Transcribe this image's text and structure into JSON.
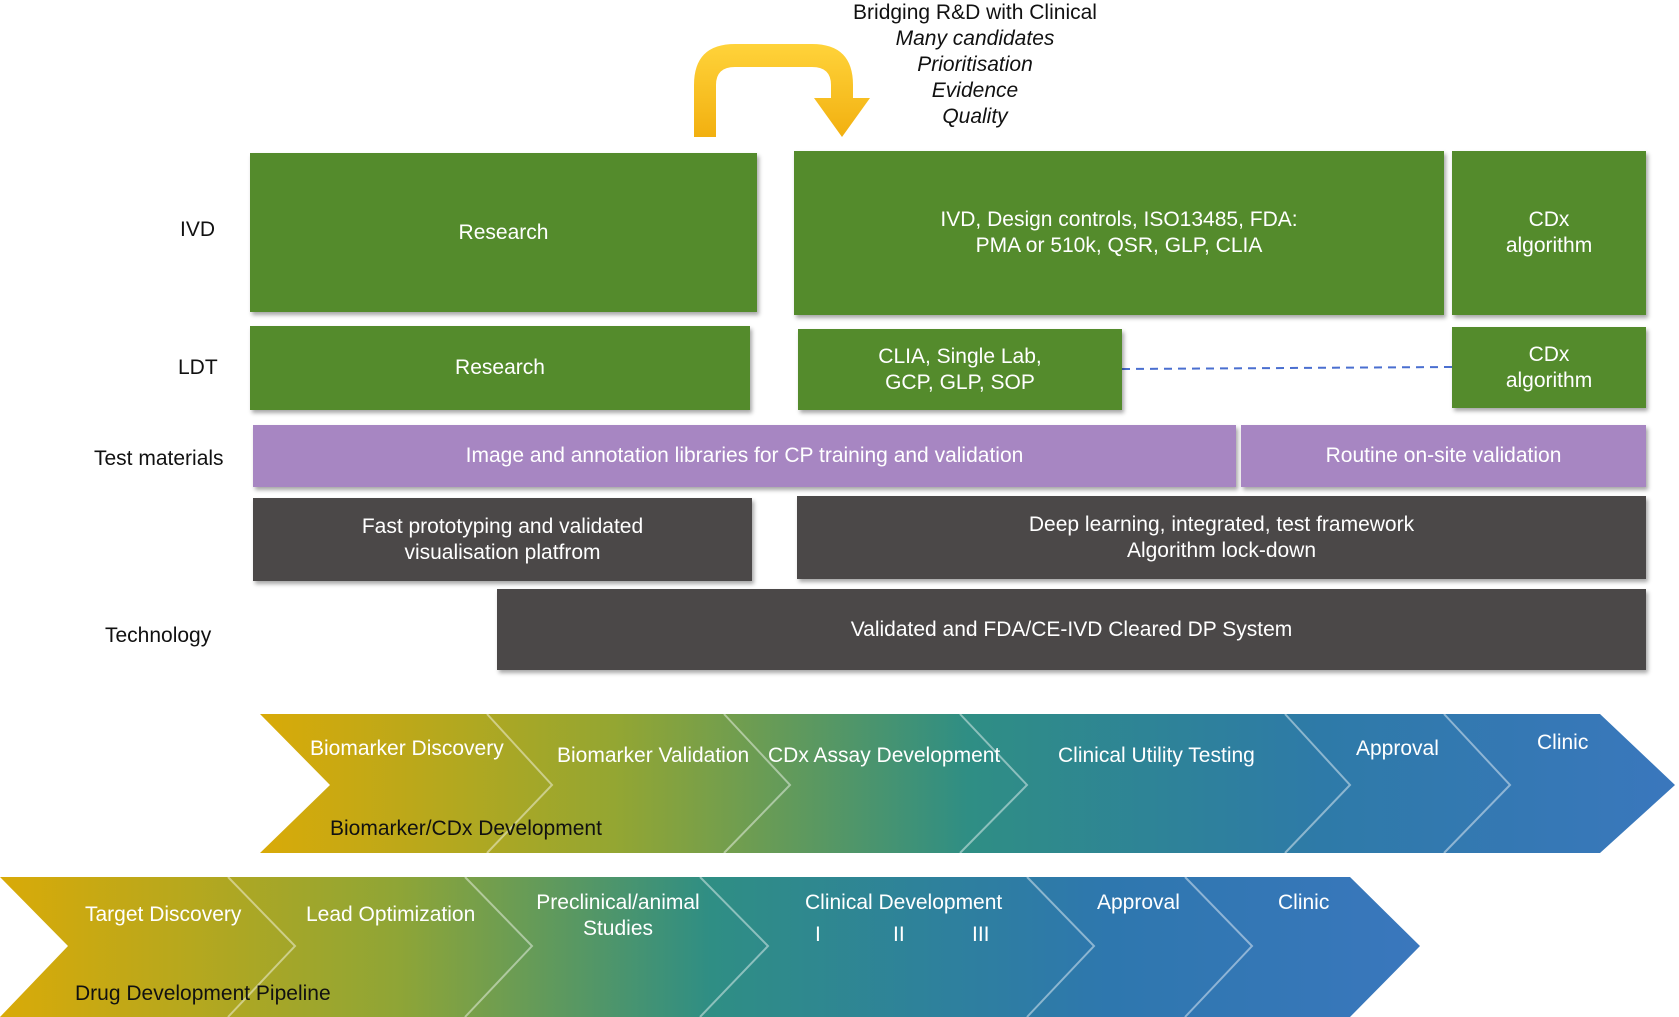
{
  "bridge": {
    "title": "Bridging R&D with Clinical",
    "items": [
      "Many candidates",
      "Prioritisation",
      "Evidence",
      "Quality"
    ]
  },
  "rows": {
    "ivd": "IVD",
    "ldt": "LDT",
    "test_materials": "Test materials",
    "technology": "Technology"
  },
  "boxes": {
    "ivd_research": "Research",
    "ivd_regulatory_line1": "IVD, Design controls, ISO13485, FDA:",
    "ivd_regulatory_line2": "PMA or 510k, QSR, GLP, CLIA",
    "ivd_cdx_line1": "CDx",
    "ivd_cdx_line2": "algorithm",
    "ldt_research": "Research",
    "ldt_clia_line1": "CLIA, Single Lab,",
    "ldt_clia_line2": "GCP, GLP, SOP",
    "ldt_cdx_line1": "CDx",
    "ldt_cdx_line2": "algorithm",
    "libraries": "Image and annotation libraries for CP training and validation",
    "routine": "Routine on-site validation",
    "prototyping_line1": "Fast prototyping and validated",
    "prototyping_line2": "visualisation platfrom",
    "deep_learning_line1": "Deep learning, integrated, test framework",
    "deep_learning_line2": "Algorithm lock-down",
    "dp_system": "Validated and FDA/CE-IVD Cleared DP System"
  },
  "biomarker_pipeline": {
    "title": "Biomarker/CDx Development",
    "stages": [
      "Biomarker Discovery",
      "Biomarker Validation",
      "CDx Assay Development",
      "Clinical Utility Testing",
      "Approval",
      "Clinic"
    ]
  },
  "drug_pipeline": {
    "title": "Drug Development Pipeline",
    "stages": [
      "Target Discovery",
      "Lead Optimization",
      "Preclinical/animal",
      "Studies",
      "Clinical Development",
      "Approval",
      "Clinic"
    ],
    "phases": [
      "I",
      "II",
      "III"
    ]
  },
  "colors": {
    "green": "#548b2c",
    "purple": "#a786c2",
    "dark": "#4b4848",
    "gradient_start": "#d4aa10",
    "gradient_mid": "#2f8e84",
    "gradient_end": "#3a77bd",
    "arrow": "#f7be18"
  }
}
